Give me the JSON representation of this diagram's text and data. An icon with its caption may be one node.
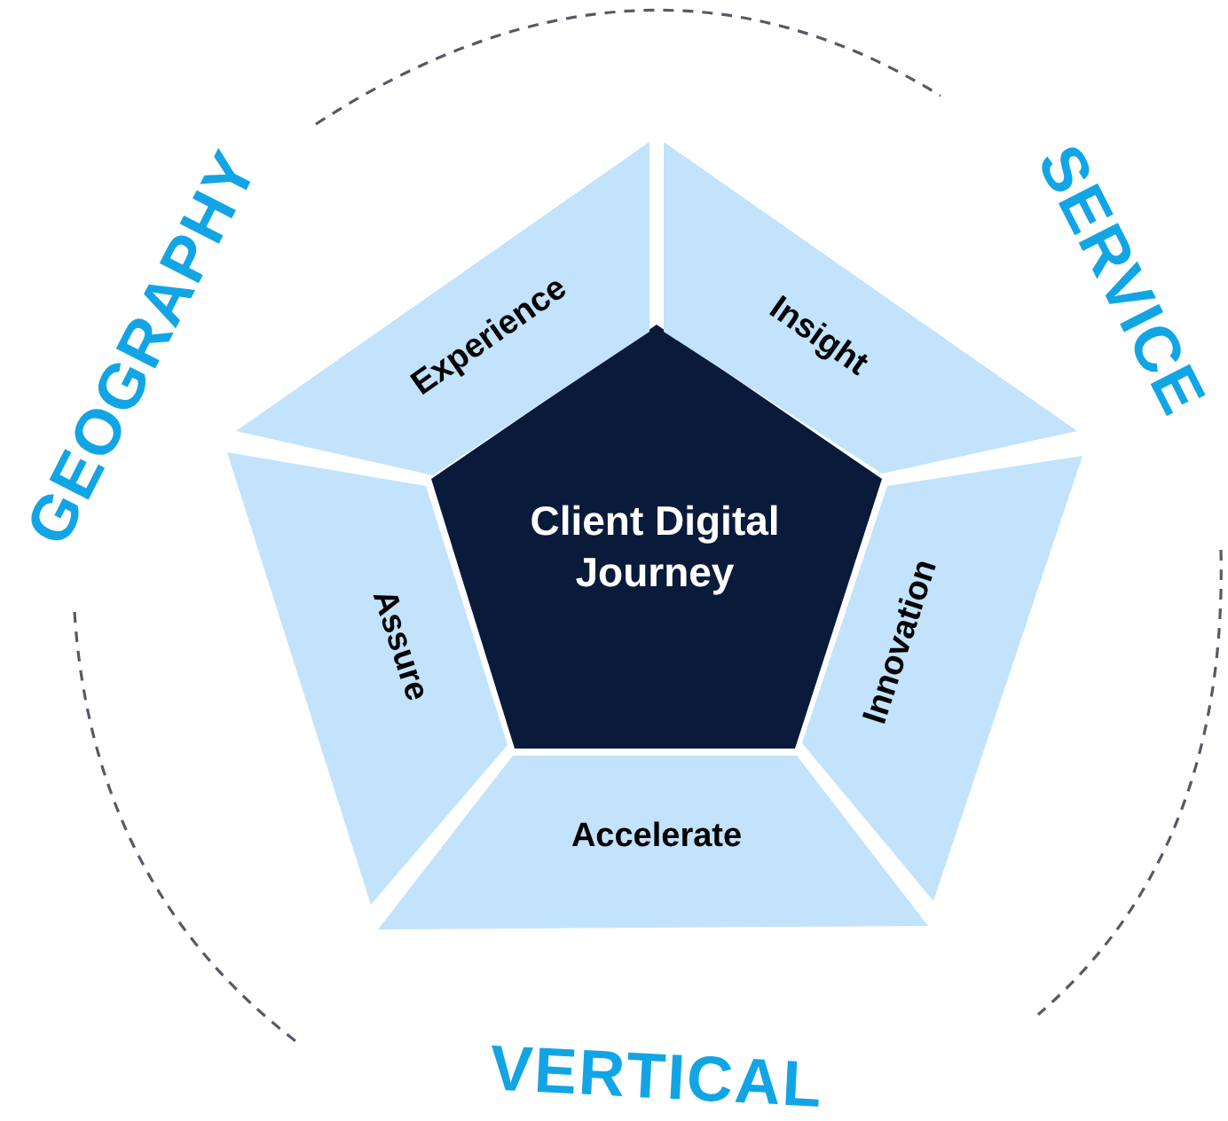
{
  "diagram": {
    "nodes": [
      {
        "text": [
          "Client Digital Journey"
        ]
      },
      {
        "text": [
          "Experience"
        ]
      },
      {
        "text": [
          "Insight"
        ]
      },
      {
        "text": [
          "Innovation"
        ]
      },
      {
        "text": [
          "Accelerate"
        ]
      },
      {
        "text": [
          "Assure"
        ]
      }
    ],
    "labels": [
      "GEOGRAPHY",
      "SERVICE",
      "VERTICAL"
    ]
  }
}
